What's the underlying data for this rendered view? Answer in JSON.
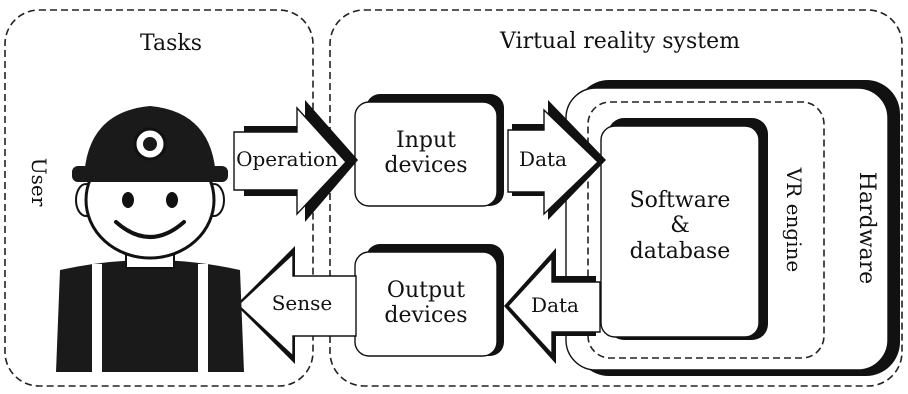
{
  "diagram": {
    "tasks_title": "Tasks",
    "vr_title": "Virtual reality system",
    "user_label": "User",
    "operation_label": "Operation",
    "sense_label": "Sense",
    "data_in_label": "Data",
    "data_out_label": "Data",
    "input_devices_line1": "Input",
    "input_devices_line2": "devices",
    "output_devices_line1": "Output",
    "output_devices_line2": "devices",
    "software_line1": "Software",
    "software_line2": "&",
    "software_line3": "database",
    "vr_engine_label": "VR engine",
    "hardware_label": "Hardware"
  }
}
